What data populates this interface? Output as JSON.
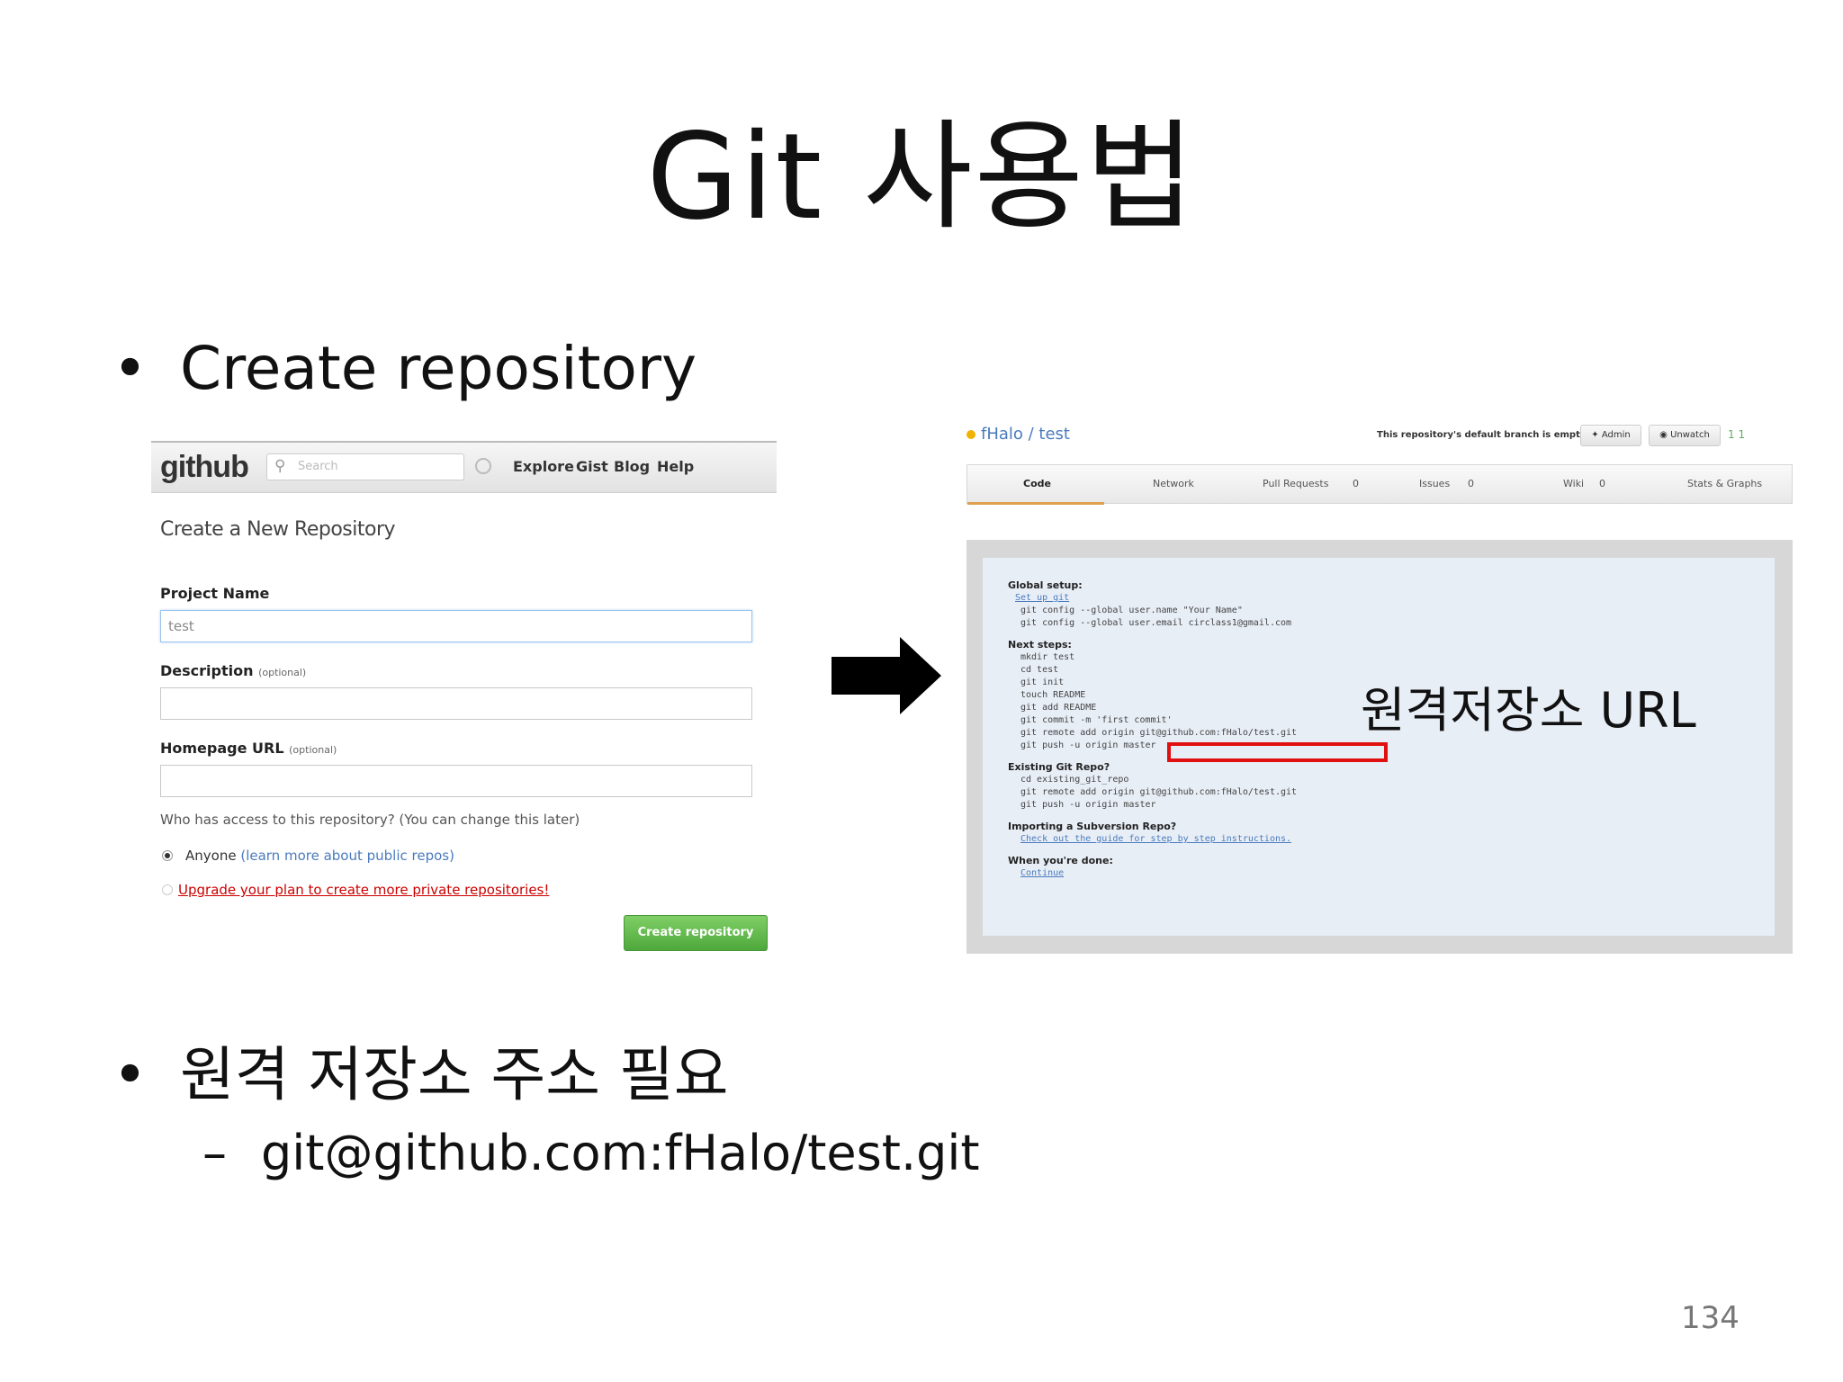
{
  "slide": {
    "title": "Git 사용법",
    "bullet1": "Create repository",
    "bullet2": "원격 저장소 주소 필요",
    "sub_bullet": "git@github.com:fHalo/test.git",
    "annotation": "원격저장소 URL",
    "page_number": "134",
    "bullet_symbol": "•",
    "dash_symbol": "–"
  },
  "github_form": {
    "logo": "github",
    "search_placeholder": "Search",
    "nav": [
      "Explore",
      "Gist",
      "Blog",
      "Help"
    ],
    "heading": "Create a New Repository",
    "project_name_label": "Project Name",
    "project_name_value": "test",
    "description_label": "Description",
    "optional_note": "(optional)",
    "homepage_label": "Homepage URL",
    "access_question": "Who has access to this repository? (You can change this later)",
    "option_anyone": "Anyone",
    "option_anyone_link": "(learn more about public repos)",
    "option_upgrade": "Upgrade your plan to create more private repositories!",
    "create_button": "Create repository"
  },
  "repo_page": {
    "title": "fHalo / test",
    "empty_message": "This repository's default branch is empty!",
    "admin_button": "Admin",
    "unwatch_button": "Unwatch",
    "status": "1  1",
    "tabs": [
      "Code",
      "Network",
      "Pull Requests",
      "Issues",
      "Wiki",
      "Stats & Graphs"
    ],
    "tab_counts": [
      "",
      "",
      "0",
      "0",
      "0",
      ""
    ],
    "global_setup_label": "Global setup:",
    "setup_link": "Set up git",
    "global_setup_cmds": [
      "git config --global user.name \"Your Name\"",
      "git config --global user.email circlass1@gmail.com"
    ],
    "next_steps_label": "Next steps:",
    "next_steps_cmds": [
      "mkdir test",
      "cd test",
      "git init",
      "touch README",
      "git add README",
      "git commit -m 'first commit'",
      "git remote add origin git@github.com:fHalo/test.git",
      "git push -u origin master"
    ],
    "existing_label": "Existing Git Repo?",
    "existing_cmds": [
      "cd existing_git_repo",
      "git remote add origin git@github.com:fHalo/test.git",
      "git push -u origin master"
    ],
    "svn_label": "Importing a Subversion Repo?",
    "svn_cmd": "Check out the guide for step by step instructions.",
    "done_label": "When you're done:",
    "continue_link": "Continue"
  }
}
